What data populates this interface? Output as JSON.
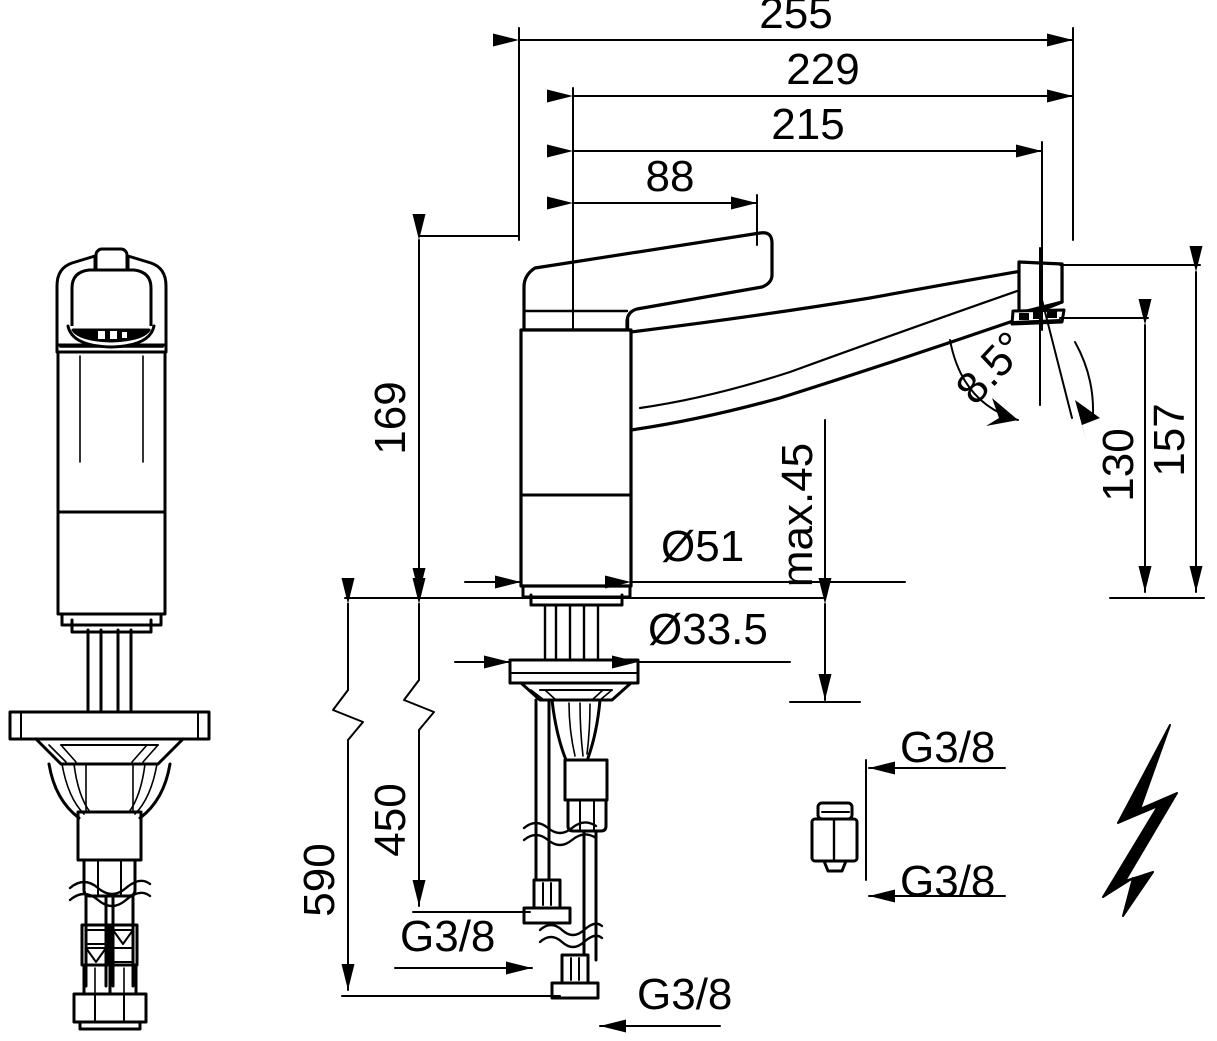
{
  "drawing": {
    "title": "Single-lever kitchen mixer tap technical dimension drawing",
    "units": "mm",
    "line_color": "#000000",
    "background": "#ffffff"
  },
  "horizontal_dimensions": [
    {
      "id": "dim-255",
      "label": "255",
      "value": 255
    },
    {
      "id": "dim-229",
      "label": "229",
      "value": 229
    },
    {
      "id": "dim-215",
      "label": "215",
      "value": 215
    },
    {
      "id": "dim-88",
      "label": "88",
      "value": 88
    }
  ],
  "vertical_dimensions": [
    {
      "id": "dim-169",
      "label": "169",
      "value": 169
    },
    {
      "id": "dim-450",
      "label": "450",
      "value": 450
    },
    {
      "id": "dim-590",
      "label": "590",
      "value": 590
    },
    {
      "id": "dim-130",
      "label": "130",
      "value": 130
    },
    {
      "id": "dim-157",
      "label": "157",
      "value": 157
    },
    {
      "id": "dim-max45",
      "label": "max.45",
      "value": 45
    }
  ],
  "diameter_dimensions": [
    {
      "id": "dim-d51",
      "label": "Ø51",
      "value": 51
    },
    {
      "id": "dim-d335",
      "label": "Ø33.5",
      "value": 33.5
    }
  ],
  "angle_dimensions": [
    {
      "id": "dim-angle",
      "label": "8.5°",
      "value": 8.5
    }
  ],
  "thread_labels": [
    {
      "id": "thread-hose-upper",
      "label": "G3/8"
    },
    {
      "id": "thread-hose-lower",
      "label": "G3/8"
    },
    {
      "id": "thread-adapter-upper",
      "label": "G3/8"
    },
    {
      "id": "thread-adapter-lower",
      "label": "G3/8"
    }
  ],
  "symbols": [
    {
      "id": "lightning-bolt",
      "name": "lightning-bolt-icon",
      "meaning": "low pressure / electric water heater"
    }
  ],
  "views": [
    {
      "id": "front-view",
      "name": "front-elevation"
    },
    {
      "id": "side-view",
      "name": "side-elevation"
    },
    {
      "id": "adapter-detail",
      "name": "adapter-fitting-detail"
    }
  ]
}
